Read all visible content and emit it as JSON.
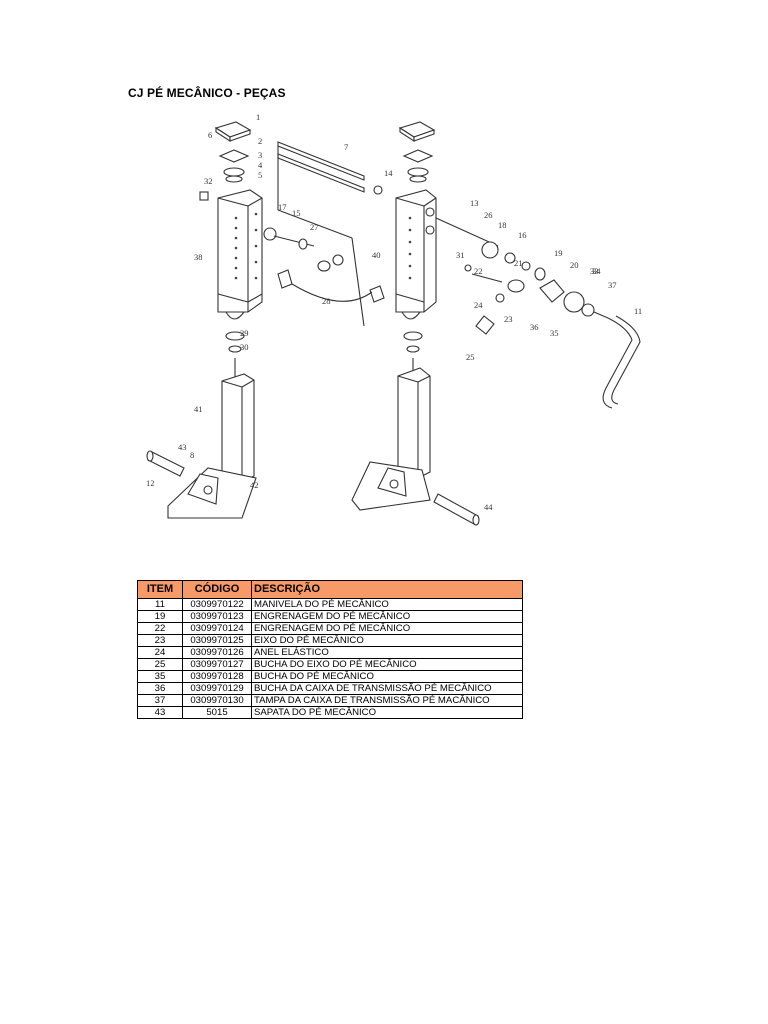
{
  "document": {
    "title": "CJ PÉ MECÂNICO - PEÇAS"
  },
  "diagram": {
    "callouts": [
      "1",
      "2",
      "3",
      "4",
      "5",
      "6",
      "7",
      "8",
      "11",
      "12",
      "13",
      "14",
      "15",
      "16",
      "17",
      "18",
      "19",
      "20",
      "21",
      "22",
      "23",
      "24",
      "25",
      "26",
      "27",
      "28",
      "29",
      "30",
      "31",
      "32",
      "33",
      "34",
      "35",
      "36",
      "37",
      "38",
      "40",
      "41",
      "42",
      "43",
      "44"
    ]
  },
  "parts_table": {
    "headers": {
      "item": "ITEM",
      "code": "CÓDIGO",
      "description": "DESCRIÇÃO"
    },
    "rows": [
      {
        "item": "11",
        "code": "0309970122",
        "description": "MANIVELA DO PÉ MECÂNICO"
      },
      {
        "item": "19",
        "code": "0309970123",
        "description": "ENGRENAGEM DO PÉ MECÂNICO"
      },
      {
        "item": "22",
        "code": "0309970124",
        "description": "ENGRENAGEM DO PÉ MECÂNICO"
      },
      {
        "item": "23",
        "code": "0309970125",
        "description": "EIXO DO PÉ MECÂNICO"
      },
      {
        "item": "24",
        "code": "0309970126",
        "description": "ANEL ELÁSTICO"
      },
      {
        "item": "25",
        "code": "0309970127",
        "description": "BUCHA DO EIXO DO PÉ MECÂNICO"
      },
      {
        "item": "35",
        "code": "0309970128",
        "description": "BUCHA DO PÉ MECÂNICO"
      },
      {
        "item": "36",
        "code": "0309970129",
        "description": "BUCHA DA CAIXA DE TRANSMISSÃO PÉ MECÂNICO"
      },
      {
        "item": "37",
        "code": "0309970130",
        "description": "TAMPA DA CAIXA DE TRANSMISSÃO PÉ MACÂNICO"
      },
      {
        "item": "43",
        "code": "5015",
        "description": "SAPATA DO PÉ MECÂNICO"
      }
    ]
  },
  "colors": {
    "table_header_bg": "#f79a67",
    "line": "#333333"
  }
}
